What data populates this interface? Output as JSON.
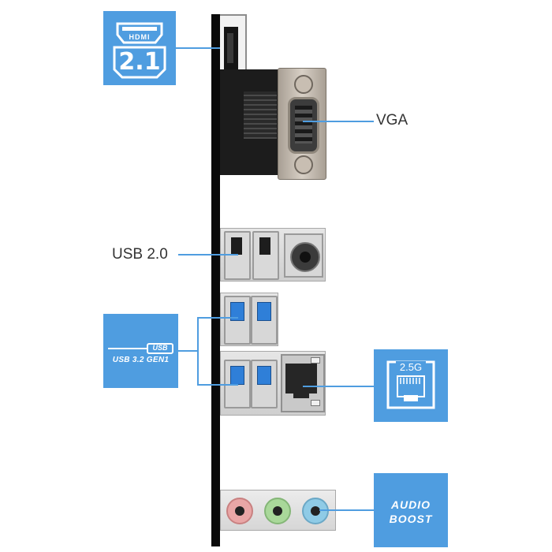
{
  "diagram": {
    "hdmi": {
      "badge_text": "HDMI",
      "version": "2.1",
      "icon": "hdmi-2-1-icon"
    },
    "vga": {
      "label": "VGA"
    },
    "usb2": {
      "label": "USB 2.0"
    },
    "usb3": {
      "badge_line1": "USB",
      "badge_line2": "USB 3.2 GEN1",
      "icon": "usb-3-2-gen1-icon"
    },
    "lan": {
      "badge_text": "2.5G",
      "icon": "ethernet-2-5g-icon"
    },
    "audio": {
      "line1": "AUDIO",
      "line2": "BOOST",
      "icon": "audio-boost-icon"
    },
    "colors": {
      "accent_blue": "#4f9de0",
      "usb3_port": "#2f7fd8",
      "audio_pink": "#e9a6a6",
      "audio_green": "#a9d89a",
      "audio_blue": "#8fcbe6"
    }
  }
}
